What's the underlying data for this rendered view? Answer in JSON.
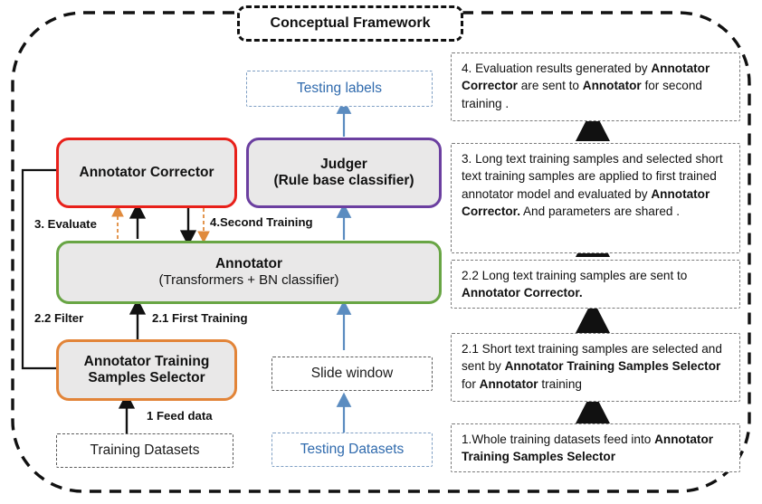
{
  "diagram": {
    "title": "Conceptual Framework",
    "colors": {
      "corrector_border": "#e8201a",
      "judger_border": "#6b3fa0",
      "annotator_border": "#68a544",
      "selector_border": "#e28438",
      "node_fill": "#e9e8e8",
      "blue_text": "#2f6aad",
      "blue_arrow": "#5b8cc0",
      "orange_arrow": "#e08a3c",
      "black": "#111111"
    },
    "nodes": {
      "testing_labels": {
        "label": "Testing labels"
      },
      "annotator_corrector": {
        "label": "Annotator Corrector"
      },
      "judger": {
        "line1": "Judger",
        "line2": "(Rule base classifier)"
      },
      "annotator": {
        "line1": "Annotator",
        "line2": "(Transformers + BN classifier)"
      },
      "selector": {
        "line1": "Annotator Training",
        "line2": "Samples Selector"
      },
      "slide_window": {
        "label": "Slide window"
      },
      "training_datasets": {
        "label": "Training Datasets"
      },
      "testing_datasets": {
        "label": "Testing Datasets"
      }
    },
    "edge_labels": {
      "evaluate": "3. Evaluate",
      "second_training": "4.Second Training",
      "filter": "2.2 Filter",
      "first_training": "2.1 First Training",
      "feed_data": "1 Feed data"
    },
    "notes": [
      {
        "id": "note-4",
        "parts": [
          {
            "text": "4. Evaluation results generated by ",
            "bold": false
          },
          {
            "text": "Annotator Corrector",
            "bold": true
          },
          {
            "text": " are sent to ",
            "bold": false
          },
          {
            "text": "Annotator",
            "bold": true
          },
          {
            "text": " for second training .",
            "bold": false
          }
        ]
      },
      {
        "id": "note-3",
        "parts": [
          {
            "text": "3.  Long text training samples and selected short text training samples are applied to first trained annotator model and evaluated by ",
            "bold": false
          },
          {
            "text": "Annotator Corrector.",
            "bold": true
          },
          {
            "text": " And parameters are shared .",
            "bold": false
          }
        ]
      },
      {
        "id": "note-2-2",
        "parts": [
          {
            "text": "2.2 Long text training samples are sent to ",
            "bold": false
          },
          {
            "text": "Annotator Corrector.",
            "bold": true
          }
        ]
      },
      {
        "id": "note-2-1",
        "parts": [
          {
            "text": "2.1  Short text training samples are selected  and sent by ",
            "bold": false
          },
          {
            "text": "Annotator Training Samples Selector",
            "bold": true
          },
          {
            "text": " for ",
            "bold": false
          },
          {
            "text": "Annotator",
            "bold": true
          },
          {
            "text": " training",
            "bold": false
          }
        ]
      },
      {
        "id": "note-1",
        "parts": [
          {
            "text": "1.Whole  training datasets feed into ",
            "bold": false
          },
          {
            "text": "Annotator Training Samples Selector",
            "bold": true
          }
        ]
      }
    ]
  }
}
